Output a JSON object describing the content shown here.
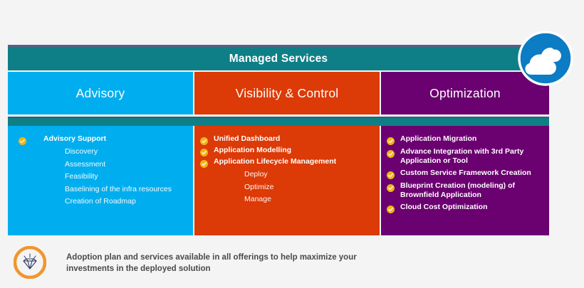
{
  "colors": {
    "teal": "#0F7F87",
    "blue": "#00AEEF",
    "orange": "#DC3A06",
    "purple": "#6B0070",
    "check_gold": "#F2B417",
    "footer_orange": "#F0962E",
    "cloud_blue": "#0C7CC4",
    "page_bg": "#F4F4F4"
  },
  "header": {
    "title": "Managed Services"
  },
  "columns": [
    {
      "key": "advisory",
      "head_label": "Advisory",
      "accent": "#00AEEF",
      "bullets": [
        {
          "label": "Advisory Support",
          "sub_items": [
            "Discovery",
            "Assessment",
            "Feasibility",
            "Baselining of the infra resources",
            "Creation of Roadmap"
          ]
        }
      ]
    },
    {
      "key": "visibility",
      "head_label": "Visibility & Control",
      "accent": "#DC3A06",
      "bullets": [
        {
          "label": "Unified Dashboard",
          "sub_items": []
        },
        {
          "label": "Application Modelling",
          "sub_items": []
        },
        {
          "label": "Application Lifecycle Management",
          "sub_items": [
            "Deploy",
            "Optimize",
            "Manage"
          ]
        }
      ]
    },
    {
      "key": "optimization",
      "head_label": "Optimization",
      "accent": "#6B0070",
      "bullets": [
        {
          "label": "Application Migration",
          "sub_items": []
        },
        {
          "label": "Advance Integration with 3rd Party Application or Tool",
          "sub_items": []
        },
        {
          "label": "Custom Service Framework Creation",
          "sub_items": []
        },
        {
          "label": "Blueprint Creation (modeling) of Brownfield Application",
          "sub_items": []
        },
        {
          "label": "Cloud Cost Optimization",
          "sub_items": []
        }
      ]
    }
  ],
  "footer": {
    "text": "Adoption plan and services available in all offerings to help maximize your investments in the deployed solution",
    "icon": "diamond-icon"
  },
  "badge": {
    "icon": "cloud-icon"
  }
}
